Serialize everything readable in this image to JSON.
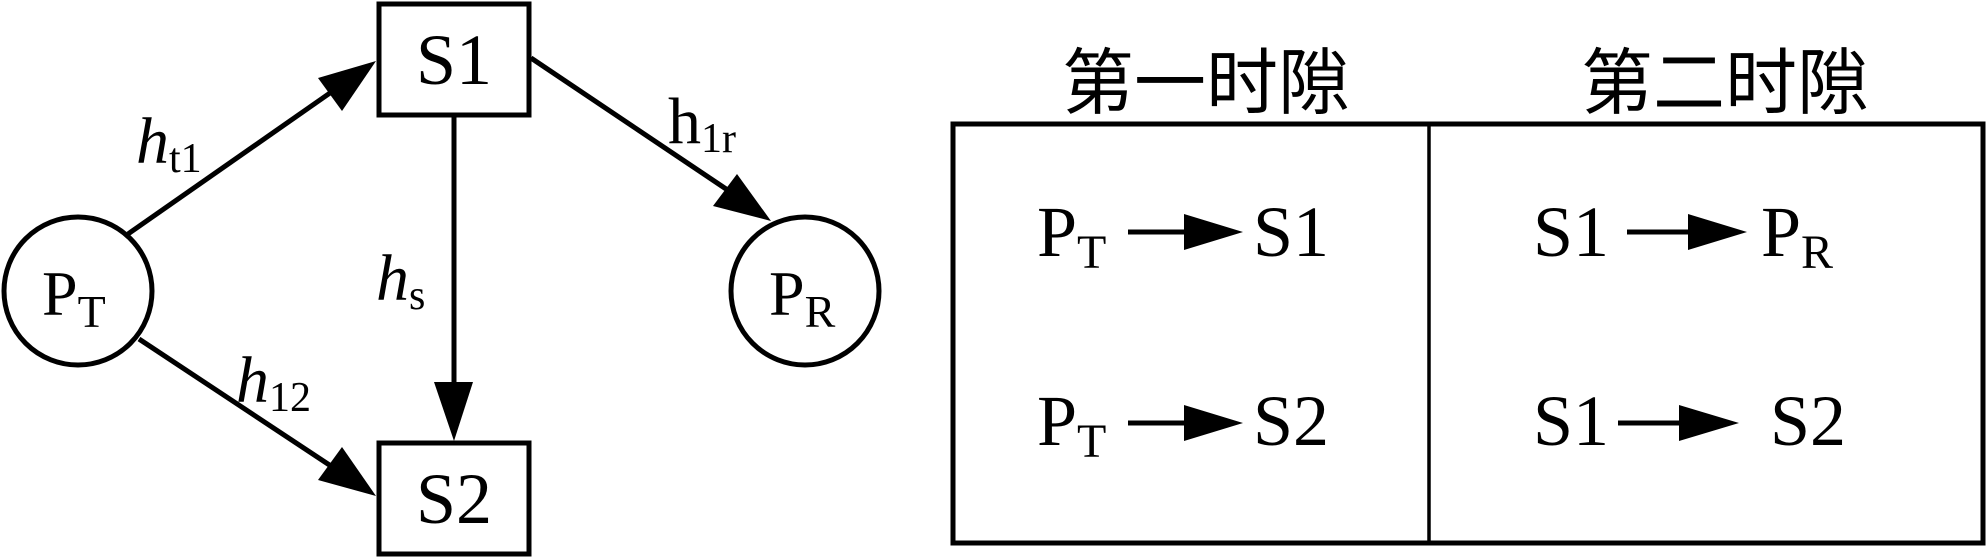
{
  "diagram": {
    "nodes": {
      "pt": {
        "main": "P",
        "sub": "T",
        "shape": "circle"
      },
      "pr": {
        "main": "P",
        "sub": "R",
        "shape": "circle"
      },
      "s1": {
        "label": "S1",
        "shape": "box"
      },
      "s2": {
        "label": "S2",
        "shape": "box"
      }
    },
    "edges": [
      {
        "from": "P_T",
        "to": "S1",
        "label_main": "h",
        "label_sub": "t1",
        "italic": true
      },
      {
        "from": "P_T",
        "to": "S2",
        "label_main": "h",
        "label_sub": "12",
        "italic": true
      },
      {
        "from": "S1",
        "to": "S2",
        "label_main": "h",
        "label_sub": "s",
        "italic": true
      },
      {
        "from": "S1",
        "to": "P_R",
        "label_main": "h",
        "label_sub": "1r",
        "italic": false
      }
    ]
  },
  "table": {
    "headers": [
      "第一时隙",
      "第二时隙"
    ],
    "rows": [
      [
        {
          "from_main": "P",
          "from_sub": "T",
          "to_main": "S1",
          "to_sub": ""
        },
        {
          "from_main": "S1",
          "from_sub": "",
          "to_main": "P",
          "to_sub": "R"
        }
      ],
      [
        {
          "from_main": "P",
          "from_sub": "T",
          "to_main": "S2",
          "to_sub": ""
        },
        {
          "from_main": "S1",
          "from_sub": "",
          "to_main": "S2",
          "to_sub": ""
        }
      ]
    ]
  },
  "colors": {
    "stroke": "#000000",
    "background": "#ffffff"
  }
}
